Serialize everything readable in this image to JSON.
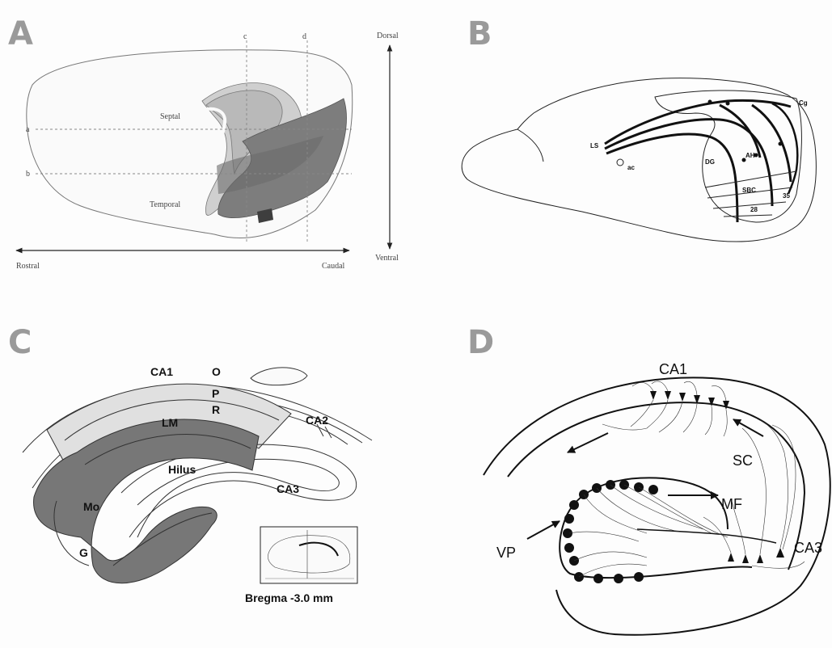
{
  "panels": {
    "a": {
      "letter": "A",
      "labels": {
        "c": "c",
        "d": "d",
        "a": "a",
        "b": "b",
        "septal": "Septal",
        "temporal": "Temporal",
        "dorsal": "Dorsal",
        "ventral": "Ventral",
        "rostral": "Rostral",
        "caudal": "Caudal"
      }
    },
    "b": {
      "letter": "B",
      "labels": {
        "ls": "LS",
        "ac": "O",
        "ac_sub": "ac",
        "cg": "Cg",
        "dg": "DG",
        "ah": "AH",
        "sbc": "SBC",
        "n35": "35",
        "n28": "28"
      }
    },
    "c": {
      "letter": "C",
      "labels": {
        "ca1": "CA1",
        "o": "O",
        "p": "P",
        "r": "R",
        "lm": "LM",
        "ca2": "CA2",
        "hilus": "Hilus",
        "ca3": "CA3",
        "mo": "Mo",
        "g": "G",
        "bregma": "Bregma -3.0 mm"
      }
    },
    "d": {
      "letter": "D",
      "labels": {
        "ca1": "CA1",
        "sc": "SC",
        "mf": "MF",
        "vp": "VP",
        "ca3": "CA3"
      }
    }
  },
  "colors": {
    "panel_letter": "#9a9a9a",
    "hippo_light": "#d2d2d2",
    "hippo_dark": "#6e6e6e",
    "ca_fill": "#e2e2e2",
    "dg_fill": "#7a7a7a"
  }
}
